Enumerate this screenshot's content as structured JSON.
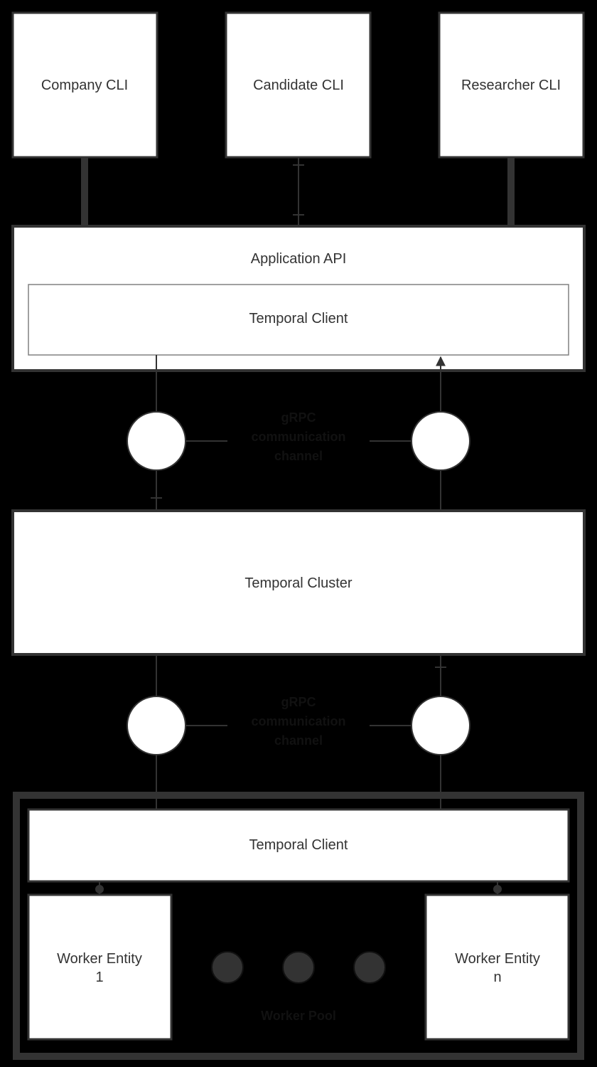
{
  "colors": {
    "background": "#000000",
    "box_fill": "#ffffff",
    "box_stroke": "#333333",
    "inner_stroke": "#808080",
    "text": "#333333",
    "dot": "#333333",
    "dark_label": "#111111"
  },
  "nodes": {
    "company_cli": "Company CLI",
    "candidate_cli": "Candidate CLI",
    "researcher_cli": "Researcher CLI",
    "application_api": "Application API",
    "temporal_client_top": "Temporal Client",
    "temporal_cluster": "Temporal Cluster",
    "temporal_client_bottom": "Temporal Client",
    "worker_entity_1": {
      "line1": "Worker Entity",
      "line2": "1"
    },
    "worker_entity_n": {
      "line1": "Worker Entity",
      "line2": "n"
    }
  },
  "links": {
    "upper": {
      "line1": "gRPC",
      "line2": "communication",
      "line3": "channel"
    },
    "lower": {
      "line1": "gRPC",
      "line2": "communication",
      "line3": "channel"
    }
  },
  "worker_group": {
    "label": "Worker Pool",
    "ellipsis_dot_icons": [
      "dot-icon",
      "dot-icon",
      "dot-icon"
    ]
  }
}
